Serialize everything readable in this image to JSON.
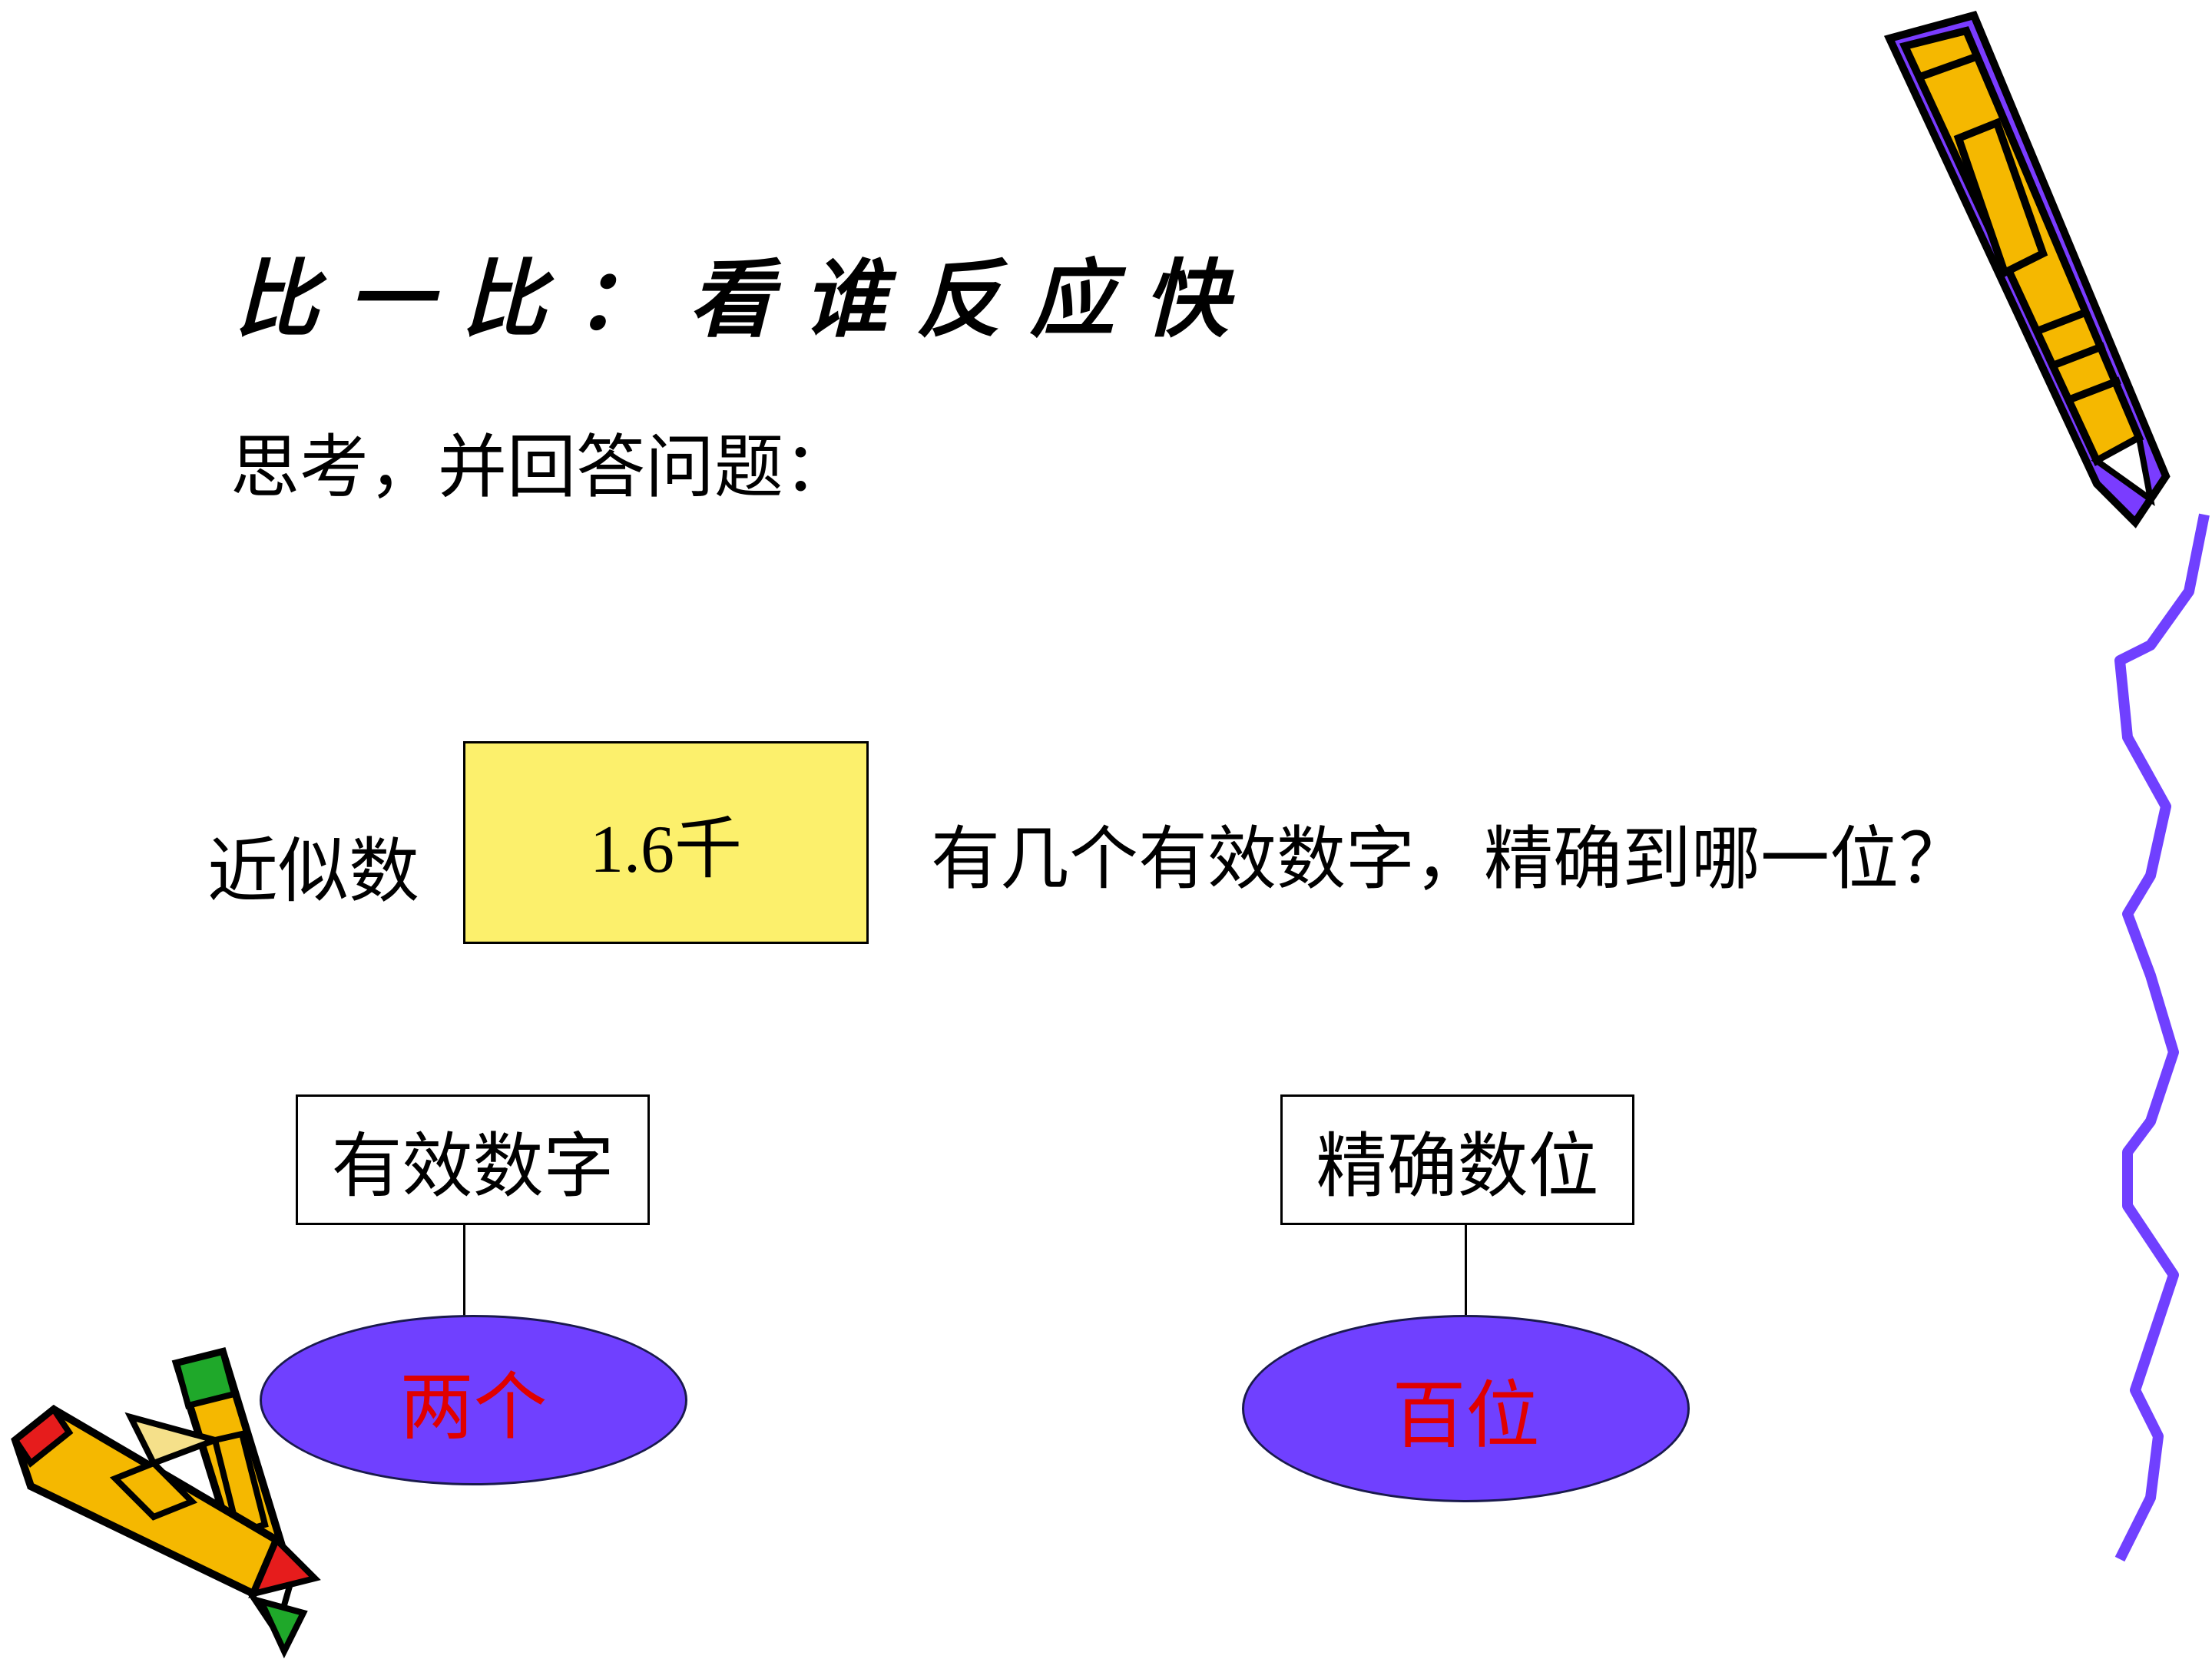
{
  "title": "比一比：看谁反应快",
  "subtitle": "思考，并回答问题：",
  "approx_label": "近似数",
  "number": "1.6千",
  "question": "有几个有效数字，精确到哪一位？",
  "left_box": {
    "label": "有效数字",
    "answer": "两个"
  },
  "right_box": {
    "label": "精确数位",
    "answer": "百位"
  },
  "colors": {
    "number_box": "#fcf06c",
    "ellipse_fill": "#7040ff",
    "answer_text": "#e00000",
    "pencil_body": "#f5b800",
    "pencil_shadow": "#7a3cff",
    "squiggle": "#7040ff"
  },
  "icons": [
    "pencil-icon",
    "pencil-pair-icon",
    "squiggle-line"
  ]
}
